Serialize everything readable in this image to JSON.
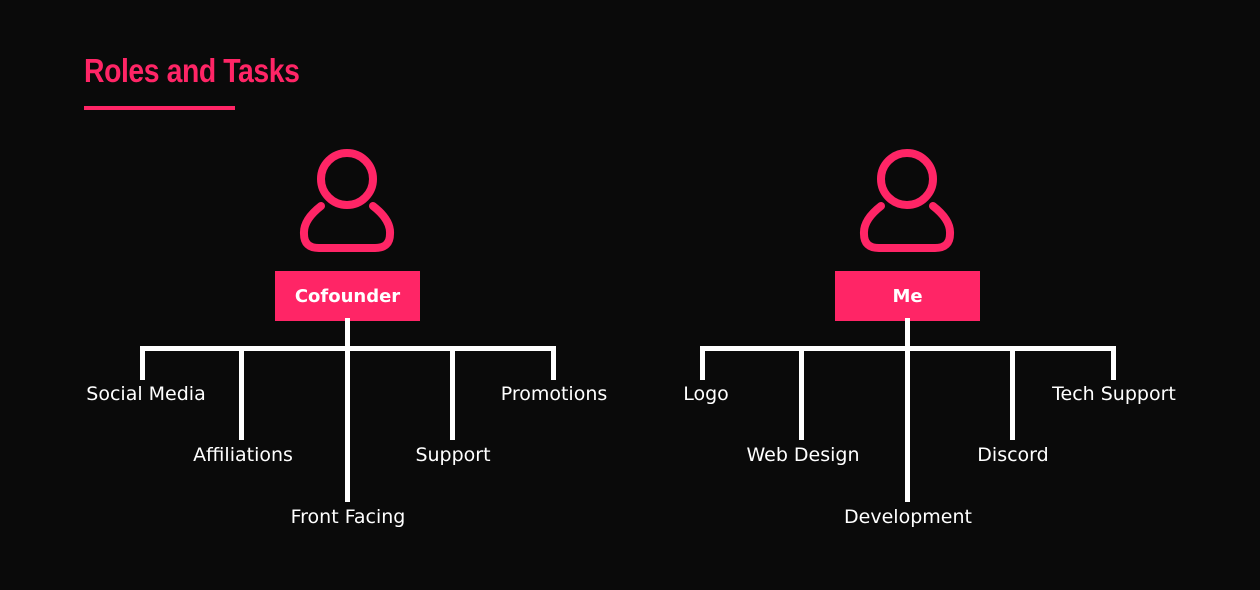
{
  "title": "Roles and Tasks",
  "colors": {
    "background": "#0a0a0a",
    "accent": "#ff2566",
    "text": "#ffffff"
  },
  "icons": {
    "avatar": "user-icon"
  },
  "roles": [
    {
      "label": "Cofounder",
      "tasks": [
        "Social Media",
        "Affiliations",
        "Front Facing",
        "Support",
        "Promotions"
      ]
    },
    {
      "label": "Me",
      "tasks": [
        "Logo",
        "Web Design",
        "Development",
        "Discord",
        "Tech Support"
      ]
    }
  ]
}
